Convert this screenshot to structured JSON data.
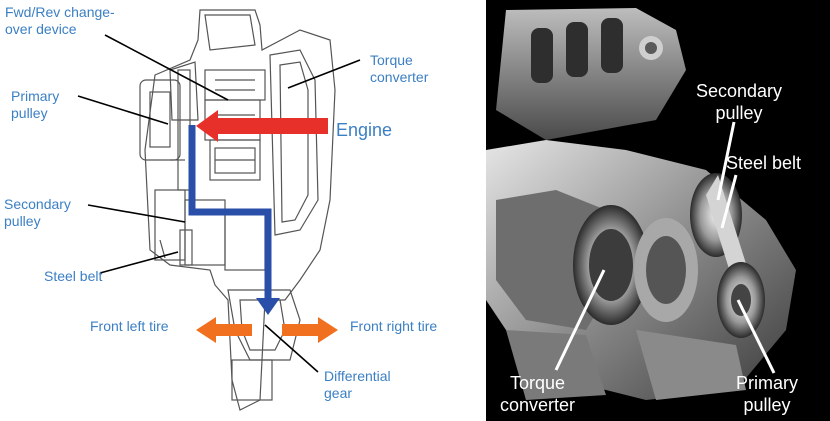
{
  "left_diagram": {
    "labels": {
      "fwd_rev": "Fwd/Rev change-\nover device",
      "torque_converter": "Torque\nconverter",
      "primary_pulley": "Primary\npulley",
      "engine": "Engine",
      "secondary_pulley": "Secondary\npulley",
      "steel_belt": "Steel belt",
      "front_left_tire": "Front left tire",
      "front_right_tire": "Front right tire",
      "differential_gear": "Differential\ngear"
    },
    "colors": {
      "label_text": "#3b7fc4",
      "engine_arrow": "#e8302a",
      "power_path": "#2a4fa8",
      "tire_arrows": "#f07020"
    }
  },
  "right_photo": {
    "labels": {
      "secondary_pulley": "Secondary\npulley",
      "steel_belt": "Steel belt",
      "torque_converter": "Torque\nconverter",
      "primary_pulley": "Primary\npulley"
    }
  }
}
